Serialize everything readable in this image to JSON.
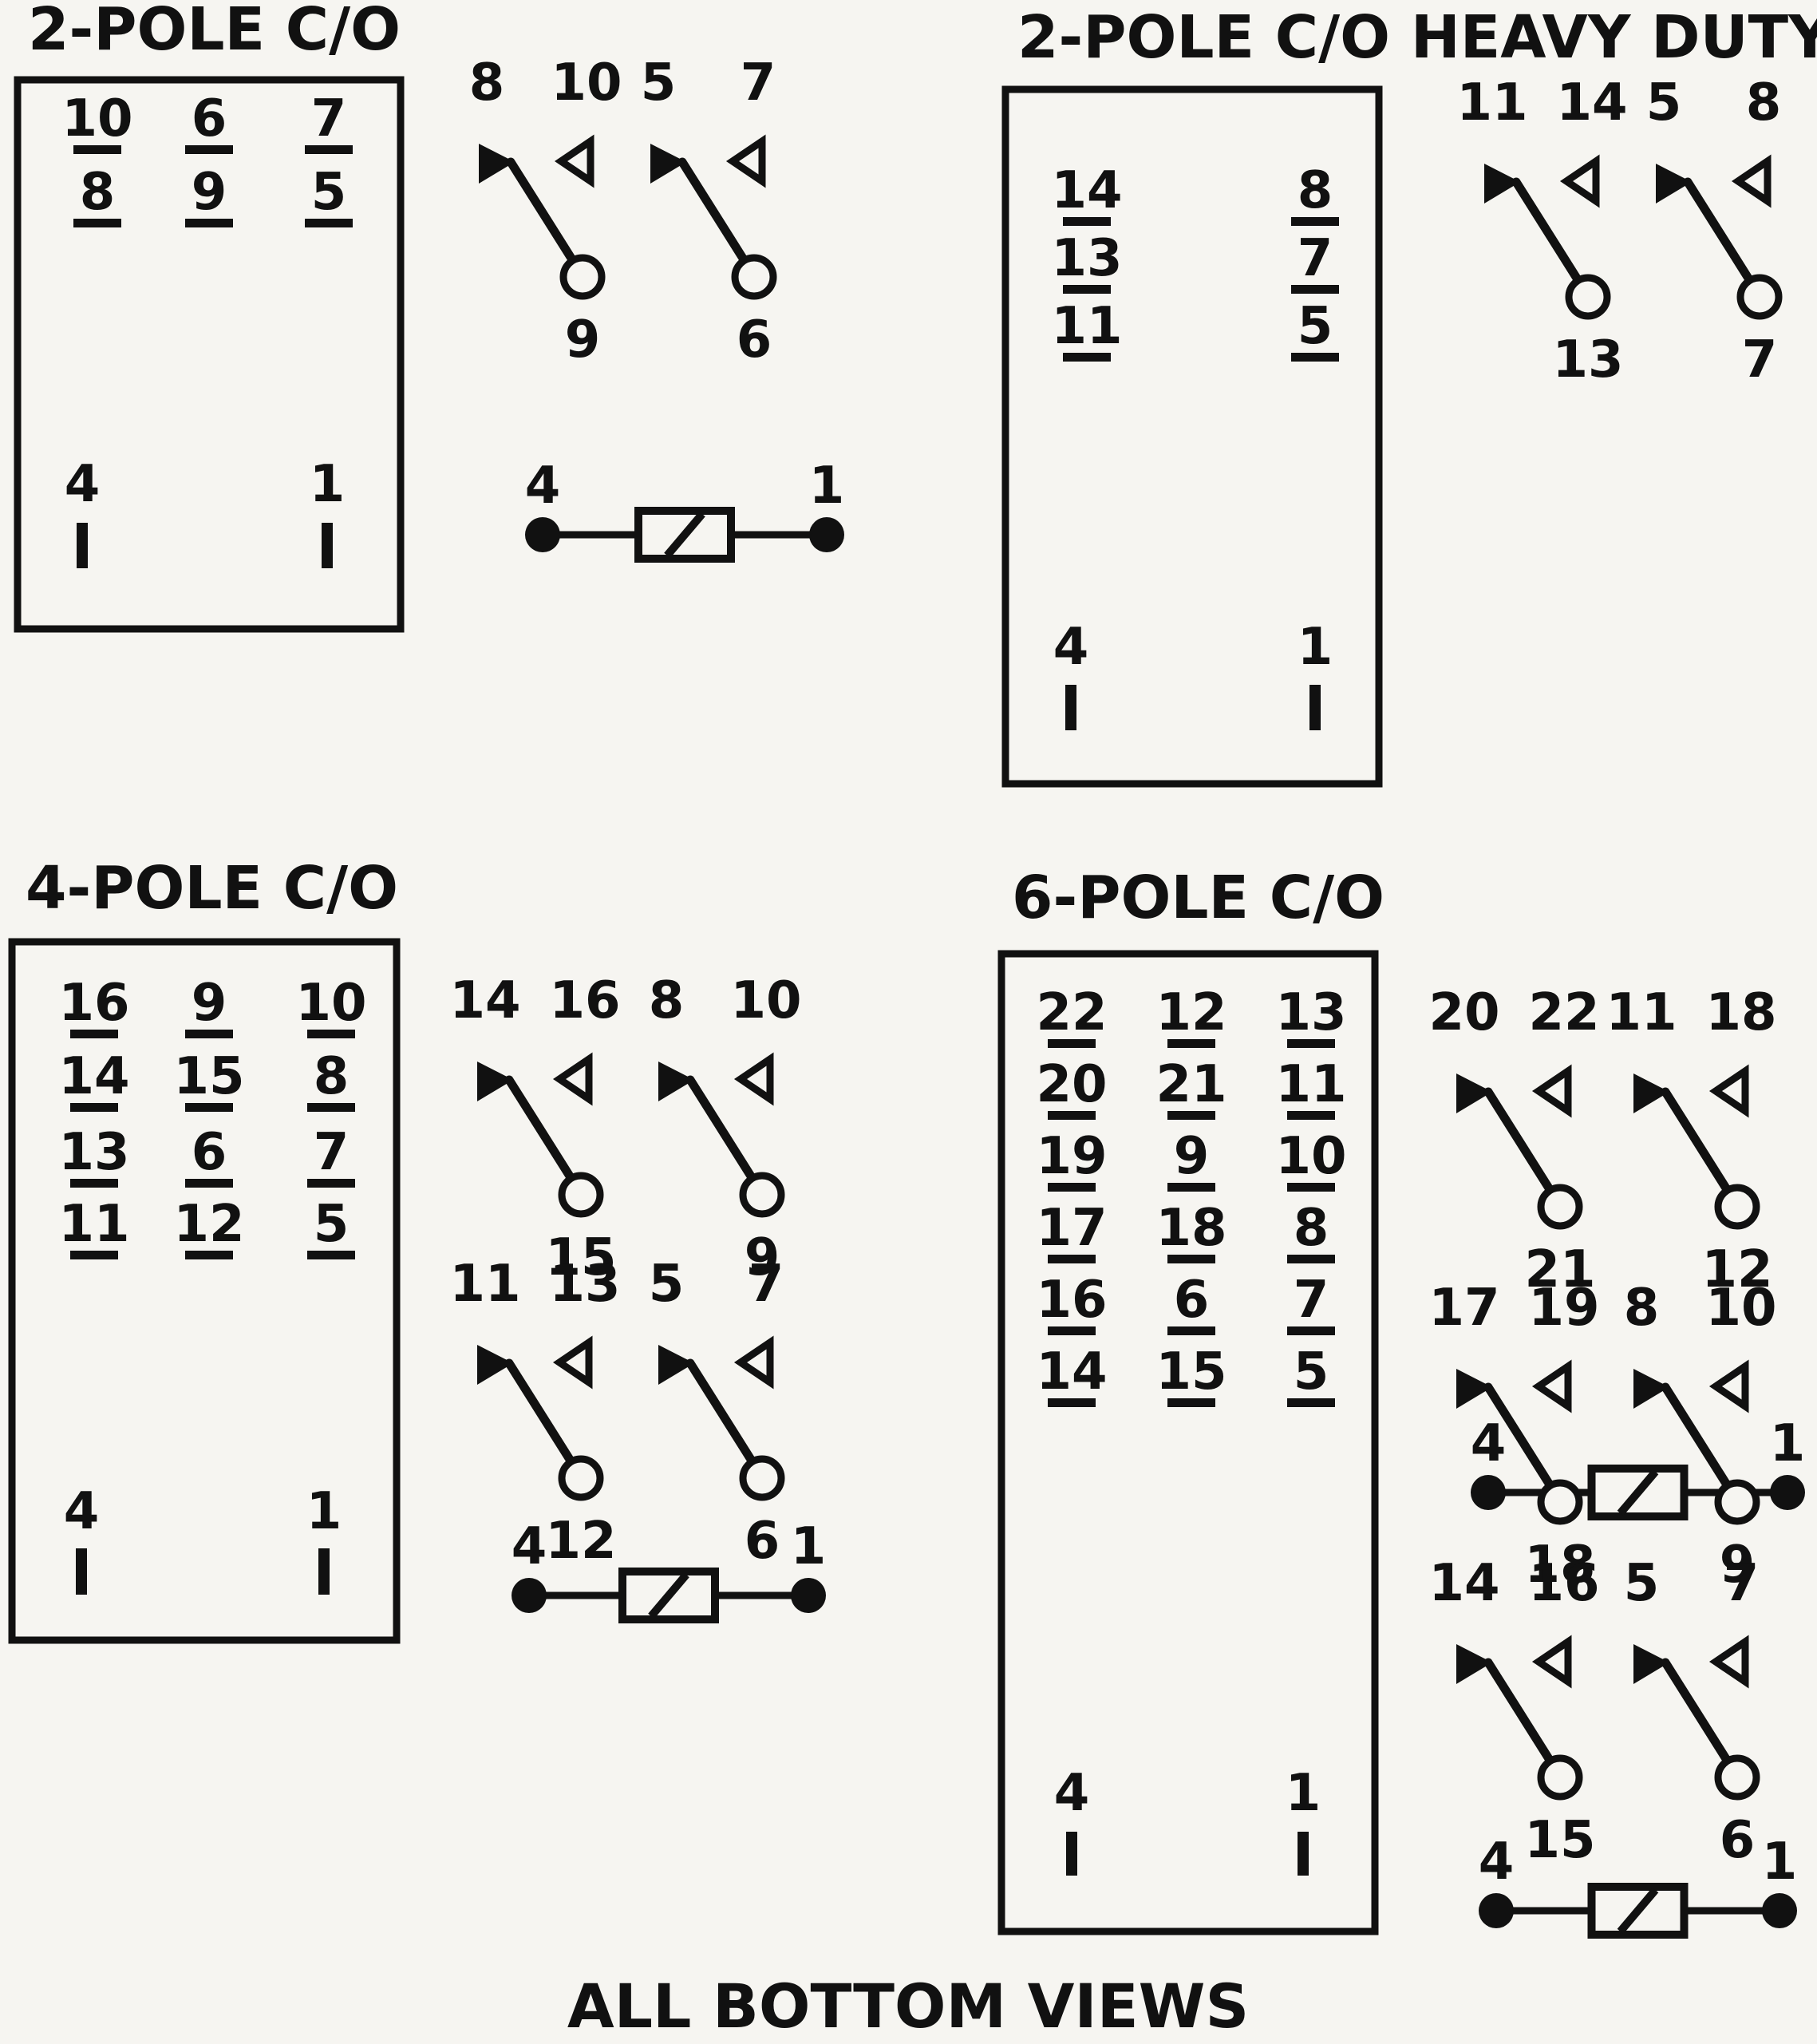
{
  "diagram_title": "",
  "footer": "ALL BOTTOM VIEWS",
  "colors": {
    "ink": "#111111",
    "paper": "#f6f5f1"
  },
  "panels": [
    {
      "id": "p2",
      "title": "2-POLE C/O",
      "pin_stacks": [
        [
          "10",
          "8"
        ],
        [
          "6",
          "9"
        ],
        [
          "7",
          "5"
        ]
      ],
      "coil_pins": [
        "4",
        "1"
      ],
      "contacts": [
        {
          "nc": "8",
          "no": "10",
          "com": "9"
        },
        {
          "nc": "5",
          "no": "7",
          "com": "6"
        }
      ],
      "coil_labels": [
        "4",
        "1"
      ]
    },
    {
      "id": "p2hd",
      "title": "2-POLE C/O HEAVY DUTY",
      "pin_stacks": [
        [
          "14",
          "13",
          "11"
        ],
        [
          "8",
          "7",
          "5"
        ]
      ],
      "coil_pins": [
        "4",
        "1"
      ],
      "contacts": [
        {
          "nc": "11",
          "no": "14",
          "com": "13"
        },
        {
          "nc": "5",
          "no": "8",
          "com": "7"
        }
      ],
      "coil_labels": [
        "4",
        "1"
      ]
    },
    {
      "id": "p4",
      "title": "4-POLE C/O",
      "pin_stacks": [
        [
          "16",
          "14",
          "13",
          "11"
        ],
        [
          "9",
          "15",
          "6",
          "12"
        ],
        [
          "10",
          "8",
          "7",
          "5"
        ]
      ],
      "coil_pins": [
        "4",
        "1"
      ],
      "contacts": [
        {
          "nc": "14",
          "no": "16",
          "com": "15"
        },
        {
          "nc": "8",
          "no": "10",
          "com": "9"
        },
        {
          "nc": "11",
          "no": "13",
          "com": "12"
        },
        {
          "nc": "5",
          "no": "7",
          "com": "6"
        }
      ],
      "coil_labels": [
        "4",
        "1"
      ]
    },
    {
      "id": "p6",
      "title": "6-POLE C/O",
      "pin_stacks": [
        [
          "22",
          "20",
          "19",
          "17",
          "16",
          "14"
        ],
        [
          "12",
          "21",
          "9",
          "18",
          "6",
          "15"
        ],
        [
          "13",
          "11",
          "10",
          "8",
          "7",
          "5"
        ]
      ],
      "coil_pins": [
        "4",
        "1"
      ],
      "contacts": [
        {
          "nc": "20",
          "no": "22",
          "com": "21"
        },
        {
          "nc": "11",
          "no": "18",
          "com": "12"
        },
        {
          "nc": "17",
          "no": "19",
          "com": "18"
        },
        {
          "nc": "8",
          "no": "10",
          "com": "9"
        },
        {
          "nc": "14",
          "no": "16",
          "com": "15"
        },
        {
          "nc": "5",
          "no": "7",
          "com": "6"
        }
      ],
      "coil_labels": [
        "4",
        "1"
      ]
    }
  ]
}
